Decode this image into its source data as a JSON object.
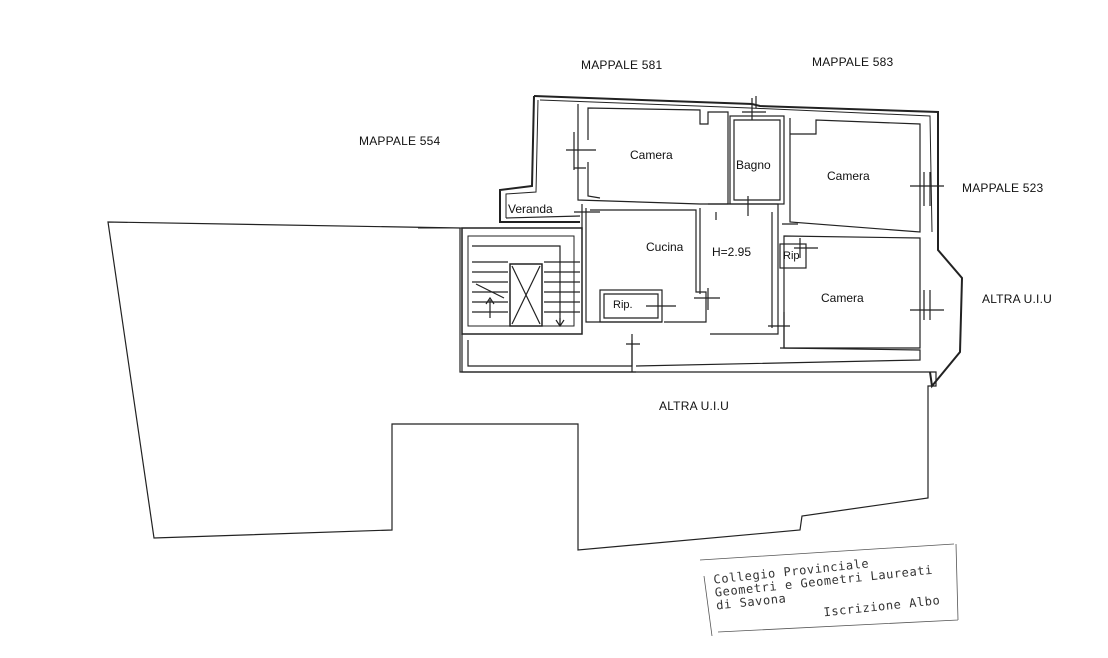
{
  "parcels": {
    "north_left": "MAPPALE 581",
    "north_right": "MAPPALE 583",
    "west": "MAPPALE 554",
    "east": "MAPPALE 523",
    "east_other": "ALTRA U.I.U",
    "south_other": "ALTRA U.I.U"
  },
  "rooms": {
    "camera_1": "Camera",
    "bagno": "Bagno",
    "camera_2": "Camera",
    "veranda": "Veranda",
    "cucina": "Cucina",
    "height": "H=2.95",
    "rip_1": "Rip",
    "camera_3": "Camera",
    "rip_2": "Rip."
  },
  "stamp": {
    "line1": "Collegio Provinciale",
    "line2": "Geometri e Geometri Laureati",
    "line3": "di Savona",
    "line4": "Iscrizione Albo"
  }
}
